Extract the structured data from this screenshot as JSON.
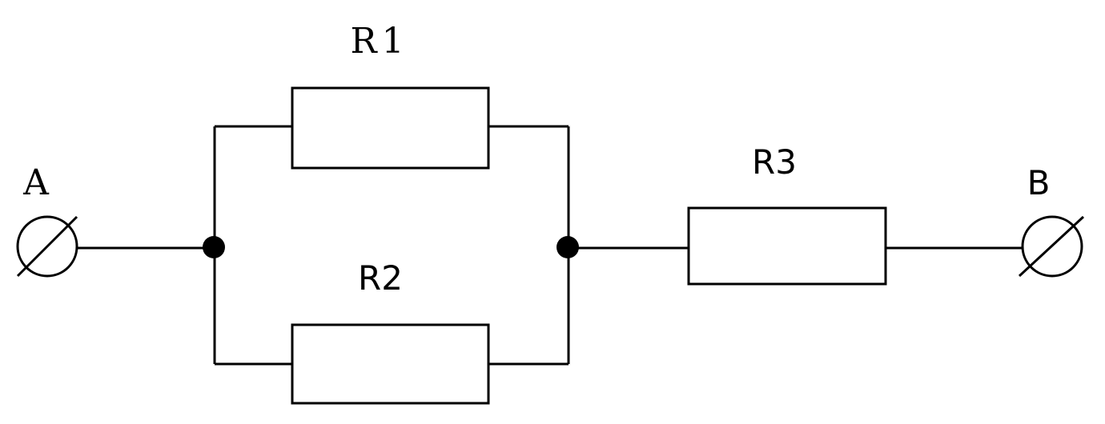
{
  "diagram": {
    "type": "circuit-schematic",
    "terminals": [
      {
        "id": "A",
        "label": "A"
      },
      {
        "id": "B",
        "label": "B"
      }
    ],
    "resistors": [
      {
        "id": "R1",
        "label": "R1",
        "branch": "parallel-top"
      },
      {
        "id": "R2",
        "label": "R2",
        "branch": "parallel-bottom"
      },
      {
        "id": "R3",
        "label": "R3",
        "branch": "series"
      }
    ],
    "topology": "(R1 || R2) in series with R3 between A and B",
    "junctions": 2
  }
}
